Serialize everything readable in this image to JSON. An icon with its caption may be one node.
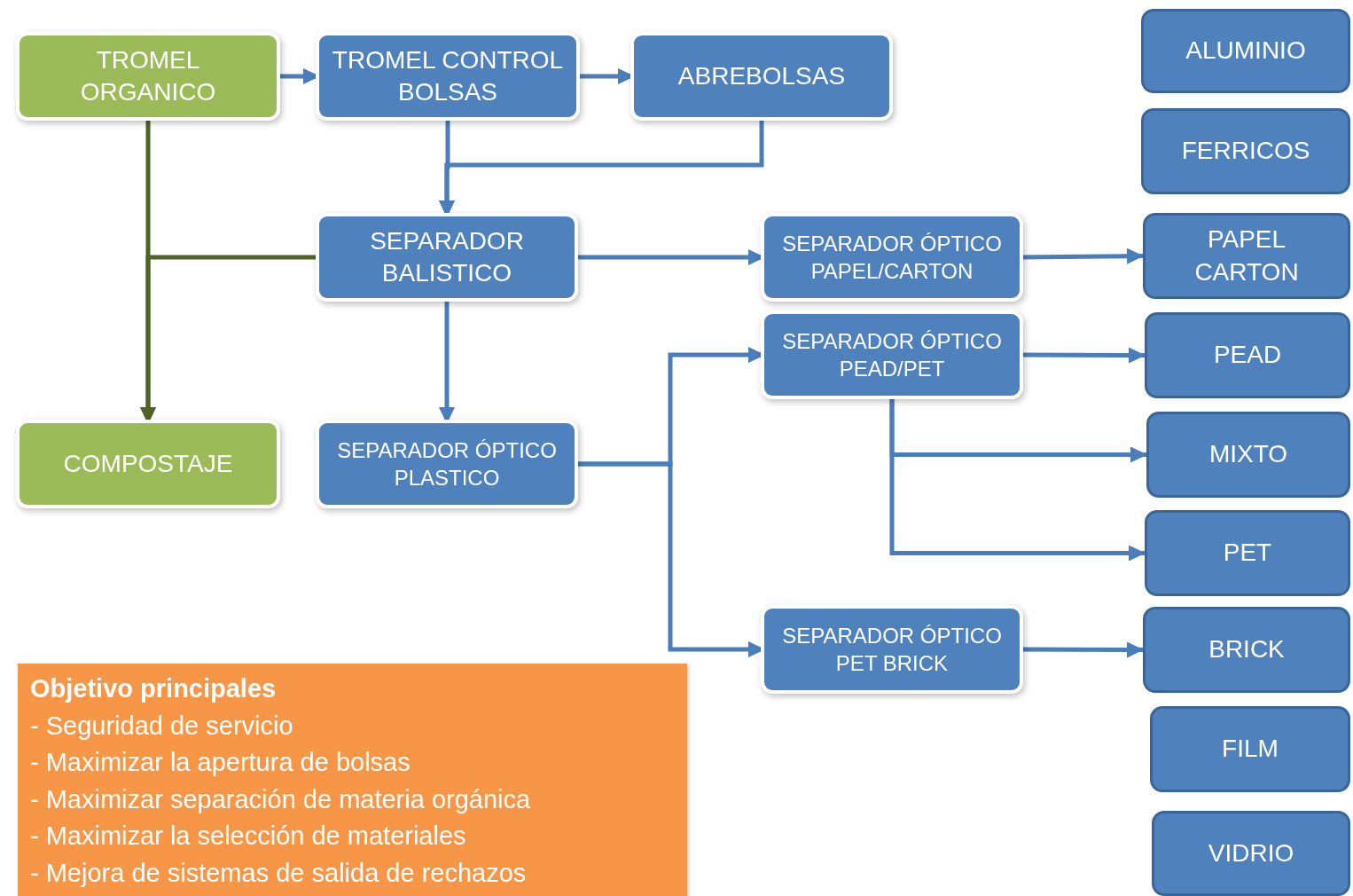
{
  "diagram": {
    "nodes": [
      {
        "text": [
          "TROMEL ORGANICO"
        ]
      },
      {
        "text": [
          "TROMEL CONTROL BOLSAS"
        ]
      },
      {
        "text": [
          "ABREBOLSAS"
        ]
      },
      {
        "text": [
          "SEPARADOR BALISTICO"
        ]
      },
      {
        "text": [
          "SEPARADOR ÓPTICO PAPEL/CARTON"
        ]
      },
      {
        "text": [
          "SEPARADOR ÓPTICO PEAD/PET"
        ]
      },
      {
        "text": [
          "COMPOSTAJE"
        ]
      },
      {
        "text": [
          "SEPARADOR ÓPTICO PLASTICO"
        ]
      },
      {
        "text": [
          "SEPARADOR ÓPTICO PET BRICK"
        ]
      },
      {
        "text": [
          "ALUMINIO"
        ]
      },
      {
        "text": [
          "FERRICOS"
        ]
      },
      {
        "text": [
          "PAPEL CARTON"
        ]
      },
      {
        "text": [
          "PEAD"
        ]
      },
      {
        "text": [
          "MIXTO"
        ]
      },
      {
        "text": [
          "PET"
        ]
      },
      {
        "text": [
          "BRICK"
        ]
      },
      {
        "text": [
          "FILM"
        ]
      },
      {
        "text": [
          "VIDRIO"
        ]
      },
      {
        "text": [
          "Objetivo principales",
          "- Seguridad de servicio",
          "- Maximizar la apertura de bolsas",
          "- Maximizar separación de materia orgánica",
          "- Maximizar la selección de materiales",
          "- Mejora de sistemas de salida de rechazos"
        ]
      }
    ],
    "edges": [
      {
        "from": 0,
        "to": 1,
        "arrow": "to"
      },
      {
        "from": 1,
        "to": 2,
        "arrow": "to"
      },
      {
        "from": 1,
        "to": 3,
        "arrow": "to"
      },
      {
        "from": 2,
        "to": 3,
        "arrow": "to"
      },
      {
        "from": 0,
        "to": 6,
        "arrow": "to",
        "color": "#4f6228"
      },
      {
        "from": 3,
        "to": 6,
        "arrow": "to",
        "color": "#4f6228"
      },
      {
        "from": 3,
        "to": 4,
        "arrow": "to"
      },
      {
        "from": 3,
        "to": 7,
        "arrow": "to"
      },
      {
        "from": 7,
        "to": 5,
        "arrow": "to"
      },
      {
        "from": 7,
        "to": 8,
        "arrow": "to"
      },
      {
        "from": 4,
        "to": 11,
        "arrow": "to"
      },
      {
        "from": 5,
        "to": 12,
        "arrow": "to"
      },
      {
        "from": 5,
        "to": 13,
        "arrow": "to"
      },
      {
        "from": 5,
        "to": 14,
        "arrow": "to"
      },
      {
        "from": 8,
        "to": 15,
        "arrow": "to"
      }
    ]
  }
}
